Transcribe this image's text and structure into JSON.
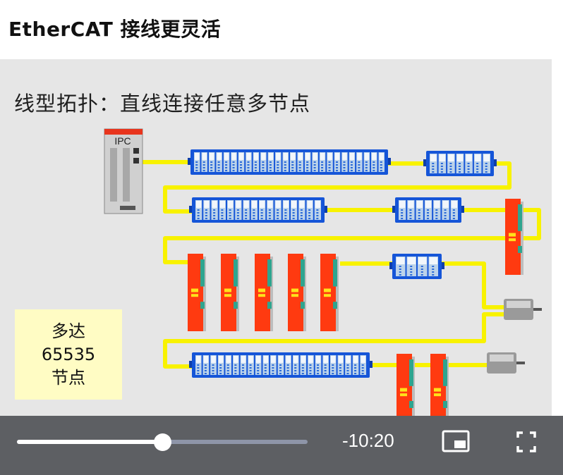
{
  "slide": {
    "title": "EtherCAT 接线更灵活",
    "subtitle": "线型拓扑：直线连接任意多节点",
    "ipc_label": "IPC",
    "node_box": {
      "line1": "多达",
      "line2": "65535",
      "line3": "节点"
    }
  },
  "player": {
    "time_remaining": "-10:20",
    "progress": 0.5,
    "pip_icon": "picture-in-picture-icon",
    "fullscreen_icon": "fullscreen-icon"
  },
  "colors": {
    "cable": "#f8f200",
    "io_blue": "#1555d8",
    "drive_red": "#ff3a10",
    "control_bar": "#5d5f63"
  }
}
